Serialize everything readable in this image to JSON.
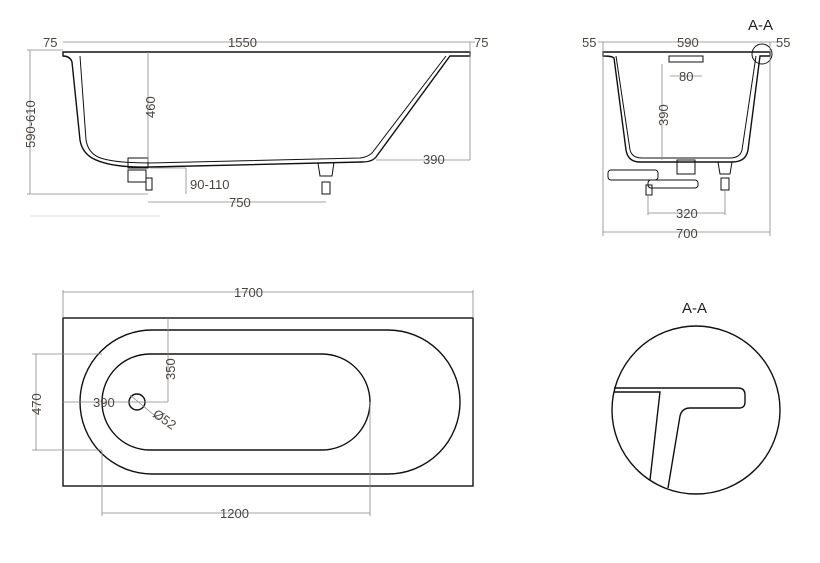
{
  "side_view": {
    "flange_left": "75",
    "length_top": "1550",
    "flange_right": "75",
    "total_height": "590-610",
    "depth": "460",
    "slope_base": "390",
    "waste_height": "90-110",
    "leg_spacing": "750"
  },
  "section_view": {
    "section_label": "A-A",
    "flange_left": "55",
    "inner_width": "590",
    "flange_right": "55",
    "overflow_width": "80",
    "overflow_height": "390",
    "leg_spacing": "320",
    "total_width": "700"
  },
  "plan_view": {
    "total_length": "1700",
    "total_width": "470",
    "drain_offset_y": "350",
    "drain_offset_x": "390",
    "drain_diameter": "Ø52",
    "inner_length": "1200"
  },
  "detail_view": {
    "label": "A-A"
  },
  "colors": {
    "outline": "#111111",
    "dimension": "#4a4540"
  }
}
